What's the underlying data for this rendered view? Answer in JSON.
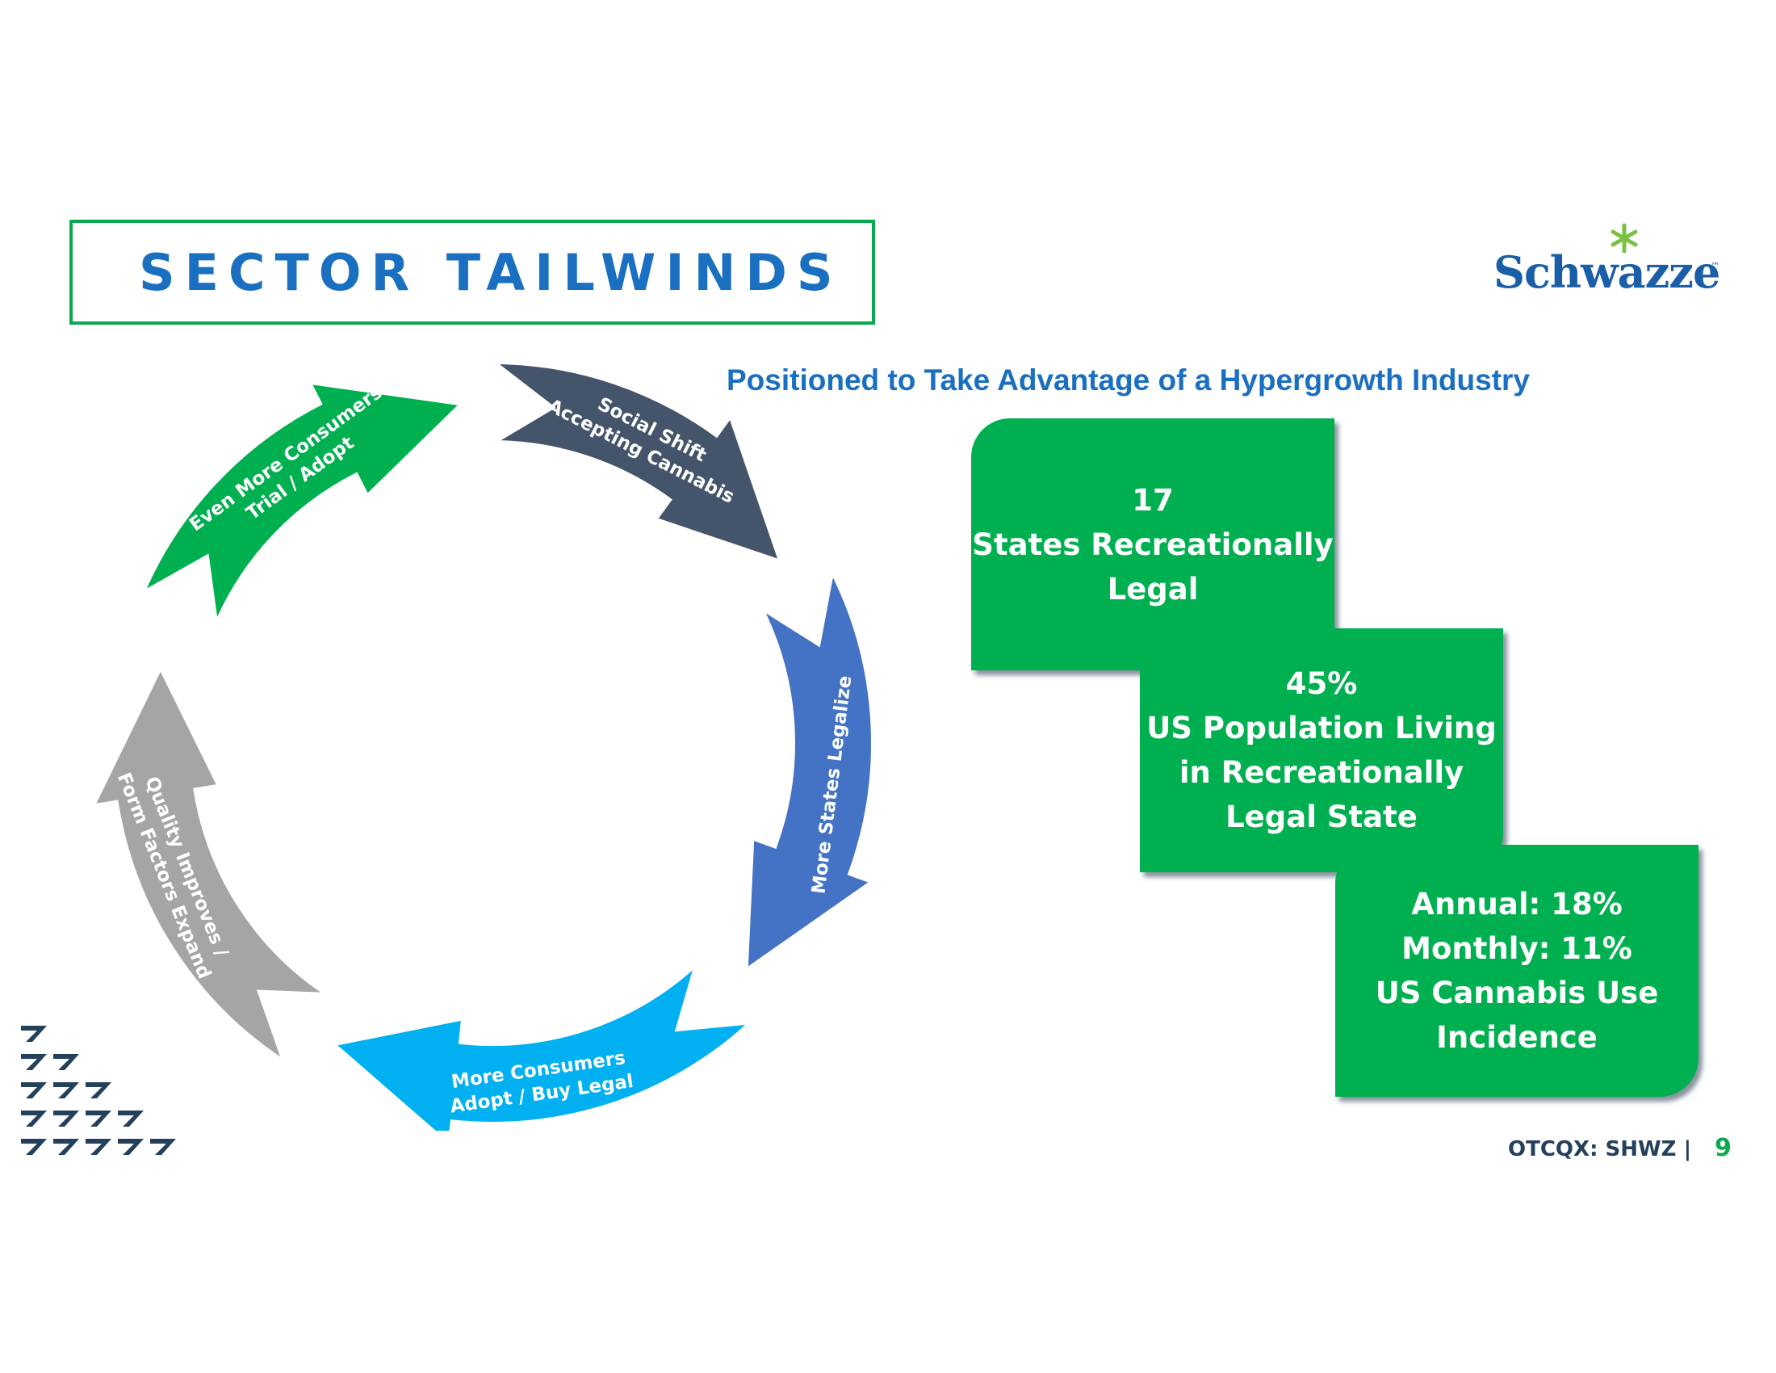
{
  "title": "SECTOR TAILWINDS",
  "logo": {
    "text": "Schwazze",
    "tm": "™",
    "star_color": "#7ac143",
    "text_color": "#1b5ea8"
  },
  "subtitle": "Positioned to Take Advantage of a Hypergrowth Industry",
  "cycle": [
    {
      "lines": [
        "Even More Consumers",
        "Trial / Adopt"
      ],
      "color": "#00b050"
    },
    {
      "lines": [
        "Social Shift",
        "Accepting Cannabis"
      ],
      "color": "#44546a"
    },
    {
      "lines": [
        "More States Legalize"
      ],
      "color": "#4472c4"
    },
    {
      "lines": [
        "More Consumers",
        "Adopt / Buy Legal"
      ],
      "color": "#00b0f0"
    },
    {
      "lines": [
        "Quality Improves /",
        "Form Factors Expand"
      ],
      "color": "#a5a5a5"
    }
  ],
  "stats": [
    {
      "lines": [
        "17",
        "States Recreationally",
        "Legal"
      ]
    },
    {
      "lines": [
        "45%",
        "US Population Living",
        "in Recreationally",
        "Legal State"
      ]
    },
    {
      "lines": [
        "Annual: 18%",
        "Monthly: 11%",
        "US Cannabis Use",
        "Incidence"
      ]
    }
  ],
  "footer": {
    "ticker": "OTCQX: SHWZ  |",
    "page": "9"
  },
  "colors": {
    "accent_green": "#0aa84f",
    "title_blue": "#1a6fc1",
    "box_green": "#00b050",
    "dark_navy": "#24405a"
  }
}
